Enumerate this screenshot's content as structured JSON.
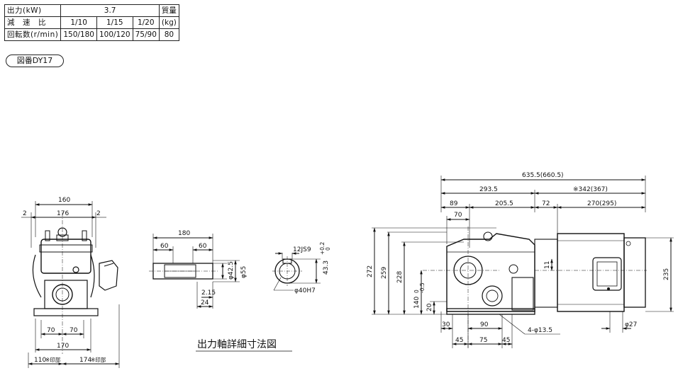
{
  "spec_table": {
    "output_label": "出力(kW)",
    "output_value": "3.7",
    "mass_label": "質量",
    "ratio_label": "減　速　比",
    "ratios": [
      "1/10",
      "1/15",
      "1/20"
    ],
    "mass_unit": "(kg)",
    "speed_label": "回転数(r/min)",
    "speeds": [
      "150/180",
      "100/120",
      "75/90"
    ],
    "mass_value": "80"
  },
  "figure_label": "図番DY17",
  "front_view": {
    "dim_total_width": "160",
    "dim_inner_width": "176",
    "dim_side_left": "2",
    "dim_side_right": "2",
    "dim_half_left": "70",
    "dim_half_right": "70",
    "dim_base": "170",
    "dim_bottom_left": "110",
    "dim_bottom_left_note": "※印部",
    "dim_bottom_right": "174",
    "dim_bottom_right_note": "※印部"
  },
  "shaft_detail": {
    "dim_length": "180",
    "dim_left": "60",
    "dim_right": "60",
    "dim_dia_1": "φ42.5",
    "dim_dia_2": "φ55",
    "dim_chamfer": "2.15",
    "dim_width": "24",
    "key_width": "12JS9",
    "key_depth": "43.3",
    "key_tol_upper": "+0.2",
    "key_tol_lower": "0",
    "bore": "φ40H7",
    "caption": "出力軸詳細寸法図"
  },
  "side_view": {
    "dim_overall": "635.5(660.5)",
    "dim_293": "293.5",
    "dim_342": "※342(367)",
    "dim_89": "89",
    "dim_70": "70",
    "dim_205": "205.5",
    "dim_72": "72",
    "dim_270": "270(295)",
    "dim_h272": "272",
    "dim_h259": "259",
    "dim_h228": "228",
    "dim_h140": "140",
    "dim_h140_tol_upper": "0",
    "dim_h140_tol_lower": "-0.5",
    "dim_h20": "20",
    "dim_h11": "11",
    "dim_h235": "235",
    "dim_30": "30",
    "dim_90": "90",
    "dim_holes": "4-φ13.5",
    "dim_b45_left": "45",
    "dim_b75": "75",
    "dim_b45_right": "45",
    "dim_phi27": "φ27"
  }
}
